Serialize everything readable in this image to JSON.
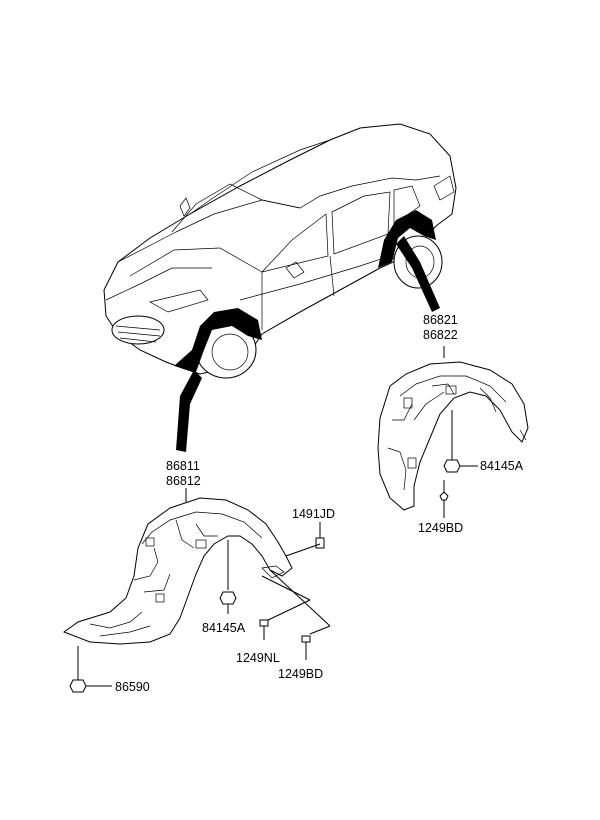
{
  "diagram": {
    "labels": {
      "rear_liner": [
        "86821",
        "86822"
      ],
      "front_liner": [
        "86811",
        "86812"
      ],
      "nut_rear": "84145A",
      "bolt_rear": "1249BD",
      "clip_front": "1491JD",
      "nut_front": "84145A",
      "screw_front": "1249NL",
      "bolt_front": "1249BD",
      "plug_front": "86590"
    },
    "icons": {
      "vehicle": "sedan-illustration",
      "front_liner": "front-wheel-guard-part",
      "rear_liner": "rear-wheel-guard-part",
      "fastener": "bolt-icon"
    },
    "colors": {
      "line": "#000000",
      "background": "#ffffff",
      "highlight": "#000000"
    }
  }
}
